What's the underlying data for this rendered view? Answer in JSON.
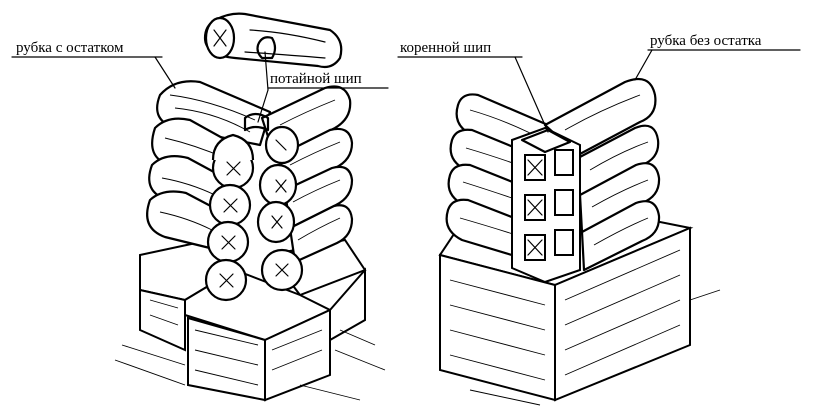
{
  "labels": {
    "corner_with_remainder": "рубка с остатком",
    "hidden_tenon": "потайной шип",
    "root_tenon": "коренной шип",
    "corner_without_remainder": "рубка без остатка"
  },
  "colors": {
    "ink": "#000000",
    "paper": "#ffffff"
  }
}
